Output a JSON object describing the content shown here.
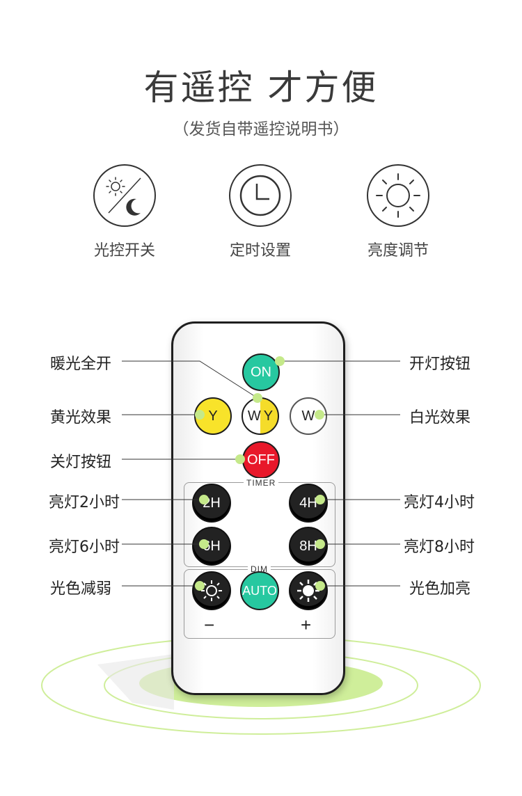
{
  "header": {
    "title": "有遥控 才方便",
    "subtitle": "（发货自带遥控说明书）"
  },
  "features": [
    {
      "icon": "sun-moon-icon",
      "label": "光控开关"
    },
    {
      "icon": "clock-icon",
      "label": "定时设置"
    },
    {
      "icon": "sun-icon",
      "label": "亮度调节"
    }
  ],
  "remote": {
    "buttons": {
      "on": "ON",
      "wy_w": "W",
      "wy_y": "Y",
      "y": "Y",
      "w": "W",
      "off": "OFF",
      "h2": "2H",
      "h4": "4H",
      "h6": "6H",
      "h8": "8H",
      "auto": "AUTO"
    },
    "timer_label": "TIMER",
    "dim_label": "DIM",
    "minus": "−",
    "plus": "+"
  },
  "callouts": {
    "warm_all": "暖光全开",
    "yellow": "黄光效果",
    "off_button": "关灯按钮",
    "on_2h": "亮灯2小时",
    "on_6h": "亮灯6小时",
    "dim_down": "光色减弱",
    "on_button": "开灯按钮",
    "white": "白光效果",
    "on_4h": "亮灯4小时",
    "on_8h": "亮灯8小时",
    "dim_up": "光色加亮"
  },
  "colors": {
    "accent_green": "#27c8a0",
    "marker_green": "#c5e98a",
    "yellow": "#f8e32a",
    "red": "#e8182a",
    "ring_green": "#cfee9a"
  }
}
